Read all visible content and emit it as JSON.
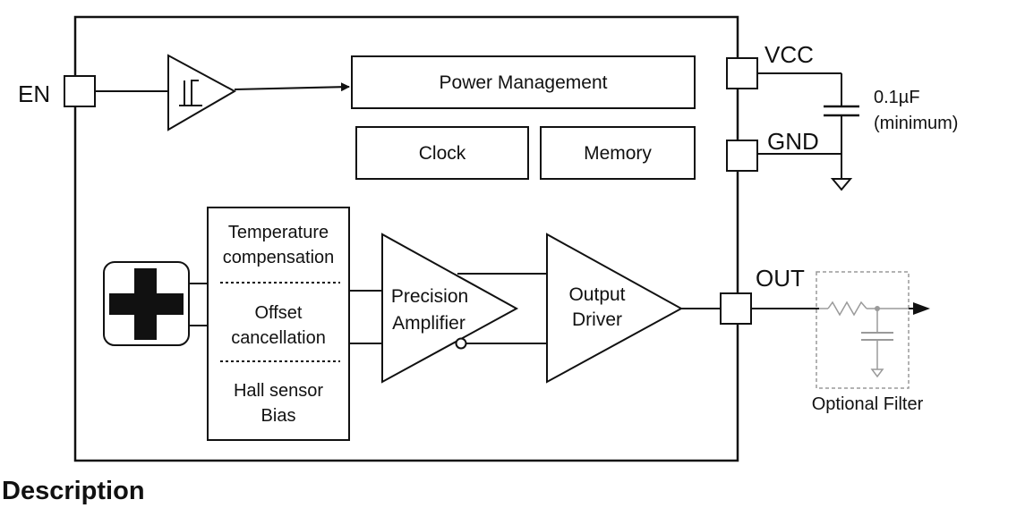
{
  "pins": {
    "en": "EN",
    "vcc": "VCC",
    "gnd": "GND",
    "out": "OUT"
  },
  "blocks": {
    "power_management": "Power Management",
    "clock": "Clock",
    "memory": "Memory",
    "temp_comp_line1": "Temperature",
    "temp_comp_line2": "compensation",
    "offset_line1": "Offset",
    "offset_line2": "cancellation",
    "hall_bias_line1": "Hall sensor",
    "hall_bias_line2": "Bias",
    "amp_line1": "Precision",
    "amp_line2": "Amplifier",
    "driver_line1": "Output",
    "driver_line2": "Driver"
  },
  "capacitor": {
    "value": "0.1µF",
    "note": "(minimum)"
  },
  "filter": {
    "label": "Optional Filter"
  },
  "section_heading": "Description",
  "colors": {
    "line": "#111111",
    "filter_gray": "#9a9a9a"
  }
}
